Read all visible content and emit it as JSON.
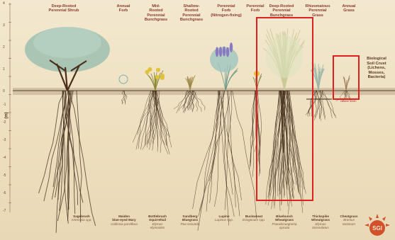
{
  "headers": [
    {
      "id": "shrub",
      "text": "Deep-Rooted\nPerennial Shrub"
    },
    {
      "id": "annual-forb",
      "text": "Annual\nForb"
    },
    {
      "id": "mid-bunch",
      "text": "Mid-\nRooted\nPerennial\nBunchgrass"
    },
    {
      "id": "shallow-bunch",
      "text": "Shallow-\nRooted\nPerennial\nBunchgrass"
    },
    {
      "id": "perennial-forb",
      "text": "Perennial\nForb\n(Nitrogen-fixing)"
    },
    {
      "id": "perennial-forb2",
      "text": "Perennial\nForb"
    },
    {
      "id": "deep-bunch",
      "text": "Deep-Rooted\nPerennial\nBunchgrass"
    },
    {
      "id": "rhizomatous",
      "text": "Rhizomatous\nPerennial\nGrass"
    },
    {
      "id": "annual-grass",
      "text": "Annual\nGrass"
    }
  ],
  "crust_label": "Biological\nSoil Crust\n(Lichens,\nMosses,\nBacteria)",
  "crust_small_label": "Variable\nWidth",
  "axis_label": "(m)",
  "ticks": [
    "4",
    "3",
    "2",
    "1",
    "0",
    "-1",
    "-2",
    "-3",
    "-4",
    "-5",
    "-6",
    "-7"
  ],
  "captions": [
    {
      "id": "sagebrush",
      "common": "Sagebrush",
      "sci": "Artemisia spp."
    },
    {
      "id": "maiden",
      "common": "Maiden\nblue-eyed Mary",
      "sci": "Collinsia parviflora"
    },
    {
      "id": "bottlebrush",
      "common": "Bottlebrush\nSquirreltail",
      "sci": "Elymus\nelymoides"
    },
    {
      "id": "sandberg",
      "common": "Sandberg\nBluegrass",
      "sci": "Poa secunda"
    },
    {
      "id": "lupine",
      "common": "Lupine",
      "sci": "Lupinus spp."
    },
    {
      "id": "buckwheat",
      "common": "Buckwheat",
      "sci": "Eriogonum spp."
    },
    {
      "id": "bluebunch",
      "common": "Bluebunch\nWheatgrass",
      "sci": "Pseudoroegneria\nspicata"
    },
    {
      "id": "thickspike",
      "common": "Thickspike\nWheatgrass",
      "sci": "Elymus\nlanceolatus"
    },
    {
      "id": "cheatgrass",
      "common": "Cheatgrass",
      "sci": "Bromus\ntectorum"
    }
  ],
  "logo_text": "SGI",
  "colors": {
    "title": "#8a3b2a",
    "root": "#3b2614",
    "highlight": "#e02020"
  }
}
